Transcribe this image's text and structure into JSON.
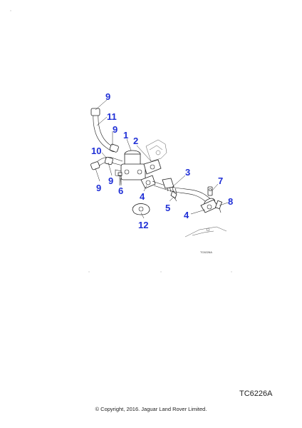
{
  "diagram": {
    "callouts": [
      {
        "id": "c9a",
        "text": "9"
      },
      {
        "id": "c11",
        "text": "11"
      },
      {
        "id": "c9b",
        "text": "9"
      },
      {
        "id": "c1",
        "text": "1"
      },
      {
        "id": "c2",
        "text": "2"
      },
      {
        "id": "c10",
        "text": "10"
      },
      {
        "id": "c9c",
        "text": "9"
      },
      {
        "id": "c9d",
        "text": "9"
      },
      {
        "id": "c6",
        "text": "6"
      },
      {
        "id": "c3",
        "text": "3"
      },
      {
        "id": "c7",
        "text": "7"
      },
      {
        "id": "c4a",
        "text": "4"
      },
      {
        "id": "c5",
        "text": "5"
      },
      {
        "id": "c8",
        "text": "8"
      },
      {
        "id": "c4b",
        "text": "4"
      },
      {
        "id": "c12",
        "text": "12"
      }
    ],
    "illustration_ref": "TC6226A"
  },
  "footer": {
    "reference_code": "TC6226A",
    "copyright": "© Copyright, 2016. Jaguar Land Rover Limited."
  }
}
